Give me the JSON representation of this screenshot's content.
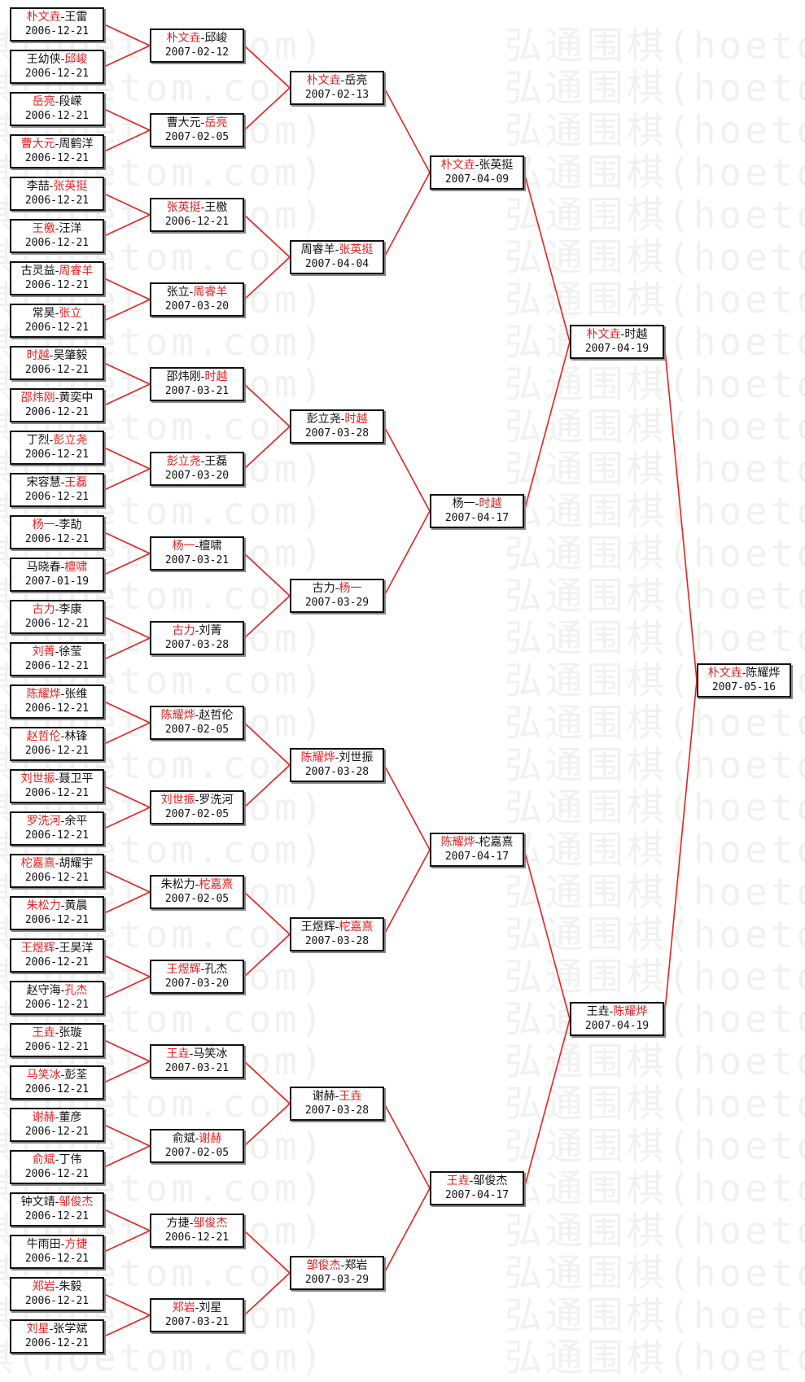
{
  "watermark": "弘通围棋(hoetom.com)",
  "colors": {
    "winner": "#e82020",
    "line": "#e82020",
    "text": "#111111"
  },
  "rounds": [
    [
      {
        "p1": "朴文垚",
        "p2": "王雷",
        "date": "2006-12-21",
        "winner": 0
      },
      {
        "p1": "王幼侠",
        "p2": "邱峻",
        "date": "2006-12-21",
        "winner": 1
      },
      {
        "p1": "岳亮",
        "p2": "段嵘",
        "date": "2006-12-21",
        "winner": 0
      },
      {
        "p1": "曹大元",
        "p2": "周鹤洋",
        "date": "2006-12-21",
        "winner": 0
      },
      {
        "p1": "李喆",
        "p2": "张英挺",
        "date": "2006-12-21",
        "winner": 1
      },
      {
        "p1": "王檄",
        "p2": "汪洋",
        "date": "2006-12-21",
        "winner": 0
      },
      {
        "p1": "古灵益",
        "p2": "周睿羊",
        "date": "2006-12-21",
        "winner": 1
      },
      {
        "p1": "常昊",
        "p2": "张立",
        "date": "2006-12-21",
        "winner": 1
      },
      {
        "p1": "时越",
        "p2": "吴肇毅",
        "date": "2006-12-21",
        "winner": 0
      },
      {
        "p1": "邵炜刚",
        "p2": "黄奕中",
        "date": "2006-12-21",
        "winner": 0
      },
      {
        "p1": "丁烈",
        "p2": "彭立尧",
        "date": "2006-12-21",
        "winner": 1
      },
      {
        "p1": "宋容慧",
        "p2": "王磊",
        "date": "2006-12-21",
        "winner": 1
      },
      {
        "p1": "杨一",
        "p2": "李劼",
        "date": "2006-12-21",
        "winner": 0
      },
      {
        "p1": "马晓春",
        "p2": "檀啸",
        "date": "2007-01-19",
        "winner": 1
      },
      {
        "p1": "古力",
        "p2": "李康",
        "date": "2006-12-21",
        "winner": 0
      },
      {
        "p1": "刘菁",
        "p2": "徐莹",
        "date": "2006-12-21",
        "winner": 0
      },
      {
        "p1": "陈耀烨",
        "p2": "张维",
        "date": "2006-12-21",
        "winner": 0
      },
      {
        "p1": "赵哲伦",
        "p2": "林锋",
        "date": "2006-12-21",
        "winner": 0
      },
      {
        "p1": "刘世振",
        "p2": "聂卫平",
        "date": "2006-12-21",
        "winner": 0
      },
      {
        "p1": "罗洗河",
        "p2": "余平",
        "date": "2006-12-21",
        "winner": 0
      },
      {
        "p1": "柁嘉熹",
        "p2": "胡耀宇",
        "date": "2006-12-21",
        "winner": 0
      },
      {
        "p1": "朱松力",
        "p2": "黄晨",
        "date": "2006-12-21",
        "winner": 0
      },
      {
        "p1": "王煜辉",
        "p2": "王昊洋",
        "date": "2006-12-21",
        "winner": 0
      },
      {
        "p1": "赵守海",
        "p2": "孔杰",
        "date": "2006-12-21",
        "winner": 1
      },
      {
        "p1": "王垚",
        "p2": "张璇",
        "date": "2006-12-21",
        "winner": 0
      },
      {
        "p1": "马笑冰",
        "p2": "彭荃",
        "date": "2006-12-21",
        "winner": 0
      },
      {
        "p1": "谢赫",
        "p2": "董彦",
        "date": "2006-12-21",
        "winner": 0
      },
      {
        "p1": "俞斌",
        "p2": "丁伟",
        "date": "2006-12-21",
        "winner": 0
      },
      {
        "p1": "钟文靖",
        "p2": "邹俊杰",
        "date": "2006-12-21",
        "winner": 1
      },
      {
        "p1": "牛雨田",
        "p2": "方捷",
        "date": "2006-12-21",
        "winner": 1
      },
      {
        "p1": "郑岩",
        "p2": "朱毅",
        "date": "2006-12-21",
        "winner": 0
      },
      {
        "p1": "刘星",
        "p2": "张学斌",
        "date": "2006-12-21",
        "winner": 0
      }
    ],
    [
      {
        "p1": "朴文垚",
        "p2": "邱峻",
        "date": "2007-02-12",
        "winner": 0
      },
      {
        "p1": "曹大元",
        "p2": "岳亮",
        "date": "2007-02-05",
        "winner": 1
      },
      {
        "p1": "张英挺",
        "p2": "王檄",
        "date": "2006-12-21",
        "winner": 0
      },
      {
        "p1": "张立",
        "p2": "周睿羊",
        "date": "2007-03-20",
        "winner": 1
      },
      {
        "p1": "邵炜刚",
        "p2": "时越",
        "date": "2007-03-21",
        "winner": 1
      },
      {
        "p1": "彭立尧",
        "p2": "王磊",
        "date": "2007-03-20",
        "winner": 0
      },
      {
        "p1": "杨一",
        "p2": "檀啸",
        "date": "2007-03-21",
        "winner": 0
      },
      {
        "p1": "古力",
        "p2": "刘菁",
        "date": "2007-03-28",
        "winner": 0
      },
      {
        "p1": "陈耀烨",
        "p2": "赵哲伦",
        "date": "2007-02-05",
        "winner": 0
      },
      {
        "p1": "刘世振",
        "p2": "罗洗河",
        "date": "2007-02-05",
        "winner": 0
      },
      {
        "p1": "朱松力",
        "p2": "柁嘉熹",
        "date": "2007-02-05",
        "winner": 1
      },
      {
        "p1": "王煜辉",
        "p2": "孔杰",
        "date": "2007-03-20",
        "winner": 0
      },
      {
        "p1": "王垚",
        "p2": "马笑冰",
        "date": "2007-03-21",
        "winner": 0
      },
      {
        "p1": "俞斌",
        "p2": "谢赫",
        "date": "2007-02-05",
        "winner": 1
      },
      {
        "p1": "方捷",
        "p2": "邹俊杰",
        "date": "2006-12-21",
        "winner": 1
      },
      {
        "p1": "郑岩",
        "p2": "刘星",
        "date": "2007-03-21",
        "winner": 0
      }
    ],
    [
      {
        "p1": "朴文垚",
        "p2": "岳亮",
        "date": "2007-02-13",
        "winner": 0
      },
      {
        "p1": "周睿羊",
        "p2": "张英挺",
        "date": "2007-04-04",
        "winner": 1
      },
      {
        "p1": "彭立尧",
        "p2": "时越",
        "date": "2007-03-28",
        "winner": 1
      },
      {
        "p1": "古力",
        "p2": "杨一",
        "date": "2007-03-29",
        "winner": 1
      },
      {
        "p1": "陈耀烨",
        "p2": "刘世振",
        "date": "2007-03-28",
        "winner": 0
      },
      {
        "p1": "王煜辉",
        "p2": "柁嘉熹",
        "date": "2007-03-28",
        "winner": 1
      },
      {
        "p1": "谢赫",
        "p2": "王垚",
        "date": "2007-03-28",
        "winner": 1
      },
      {
        "p1": "邹俊杰",
        "p2": "郑岩",
        "date": "2007-03-29",
        "winner": 0
      }
    ],
    [
      {
        "p1": "朴文垚",
        "p2": "张英挺",
        "date": "2007-04-09",
        "winner": 0
      },
      {
        "p1": "杨一",
        "p2": "时越",
        "date": "2007-04-17",
        "winner": 1
      },
      {
        "p1": "陈耀烨",
        "p2": "柁嘉熹",
        "date": "2007-04-17",
        "winner": 0
      },
      {
        "p1": "王垚",
        "p2": "邹俊杰",
        "date": "2007-04-17",
        "winner": 0
      }
    ],
    [
      {
        "p1": "朴文垚",
        "p2": "时越",
        "date": "2007-04-19",
        "winner": 0
      },
      {
        "p1": "王垚",
        "p2": "陈耀烨",
        "date": "2007-04-19",
        "winner": 1
      }
    ],
    [
      {
        "p1": "朴文垚",
        "p2": "陈耀烨",
        "date": "2007-05-16",
        "winner": 0
      }
    ]
  ]
}
